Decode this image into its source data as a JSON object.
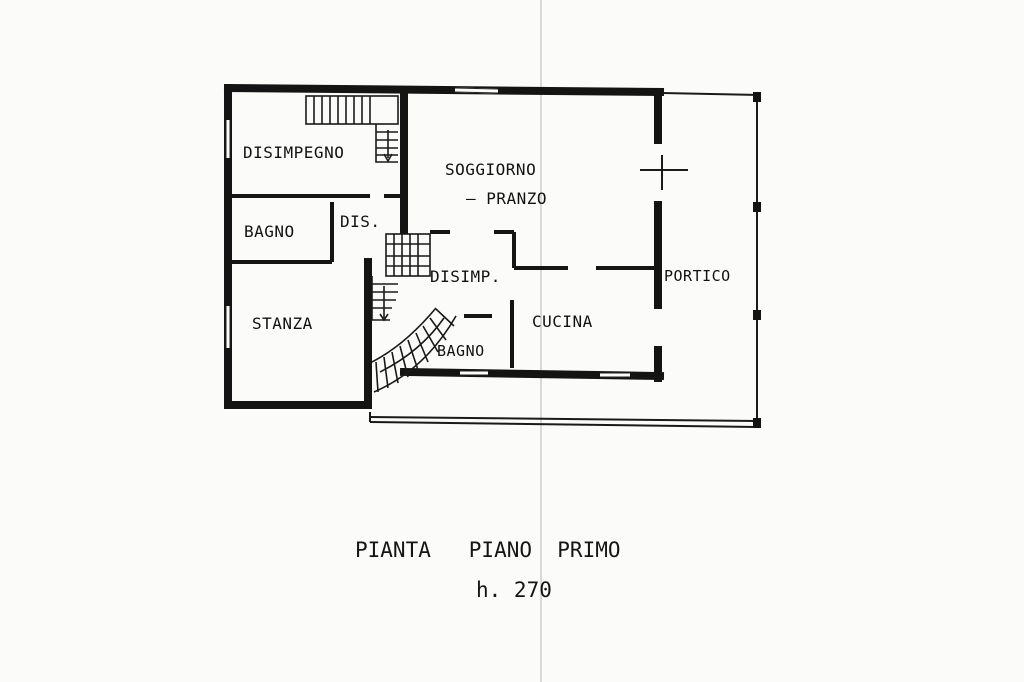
{
  "rooms": {
    "disimpegno": "DISIMPEGNO",
    "bagno_sx": "BAGNO",
    "dis": "DIS.",
    "stanza": "STANZA",
    "soggiorno_1": "SOGGIORNO",
    "soggiorno_2": "– PRANZO",
    "disimp": "DISIMP.",
    "cucina": "CUCINA",
    "bagno_dx": "BAGNO",
    "portico": "PORTICO"
  },
  "caption": {
    "title": "PIANTA   PIANO  PRIMO",
    "height": "h. 270"
  },
  "colors": {
    "wall": "#141414",
    "line": "#333333",
    "paper": "#fbfbf9"
  }
}
